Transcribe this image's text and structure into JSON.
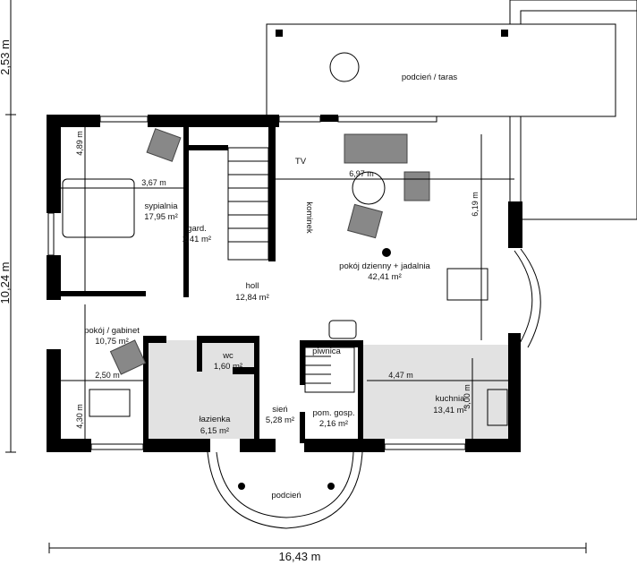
{
  "rooms": {
    "bedroom": {
      "name": "sypialnia",
      "area": "17,95 m²"
    },
    "wardrobe": {
      "name": "gard.",
      "area": "2,41 m²"
    },
    "hall": {
      "name": "holl",
      "area": "12,84 m²"
    },
    "living": {
      "name": "pokój dzienny + jadalnia",
      "area": "42,41 m²"
    },
    "office": {
      "name": "pokój / gabinet",
      "area": "10,75 m²"
    },
    "wc": {
      "name": "wc",
      "area": "1,60 m²"
    },
    "bathroom": {
      "name": "łazienka",
      "area": "6,15 m²"
    },
    "vestibule": {
      "name": "sień",
      "area": "5,28 m²"
    },
    "basement": {
      "name": "piwnica"
    },
    "utility": {
      "name": "pom. gosp.",
      "area": "2,16 m²"
    },
    "kitchen": {
      "name": "kuchnia",
      "area": "13,41 m²"
    },
    "terrace": {
      "name": "podcień / taras"
    },
    "porch": {
      "name": "podcień"
    }
  },
  "labels": {
    "tv": "TV",
    "fireplace": "kominek"
  },
  "dimensions": {
    "bedroom_w": "3,67 m",
    "bedroom_h": "4,89 m",
    "living_w": "6,97 m",
    "living_h": "6,19 m",
    "office_w": "2,50 m",
    "office_h": "4,30 m",
    "kitchen_w": "4,47 m",
    "kitchen_h": "3,00 m",
    "total_top": "2,53 m",
    "total_height": "10,24 m",
    "total_width": "16,43 m"
  }
}
